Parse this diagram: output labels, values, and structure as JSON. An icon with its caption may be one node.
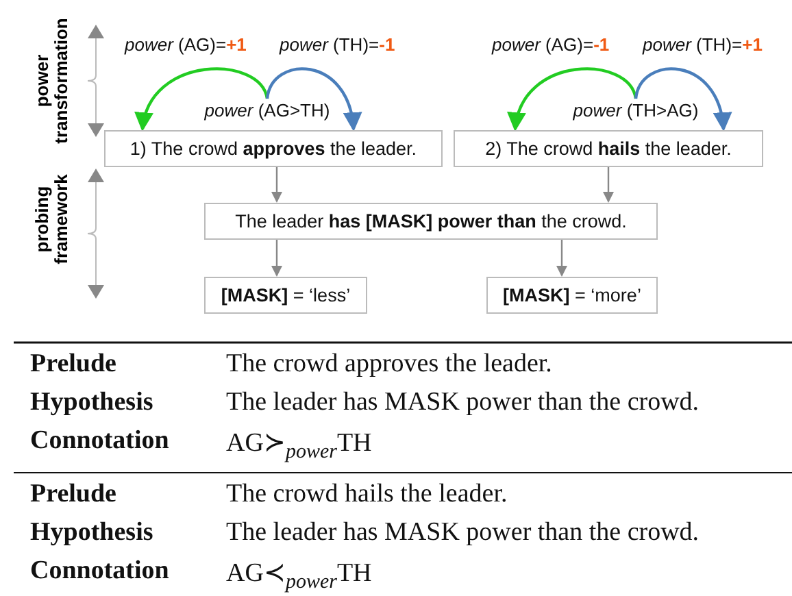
{
  "diagram": {
    "nodes": [
      {
        "text": [
          "1) The crowd **approves** the leader."
        ]
      },
      {
        "text": [
          "2) The crowd **hails** the leader."
        ]
      },
      {
        "text": [
          "The leader **has [MASK] power than** the crowd."
        ]
      },
      {
        "text": [
          "**[MASK]** = ‘less’"
        ]
      },
      {
        "text": [
          "**[MASK]** = ‘more’"
        ]
      },
      {
        "text": [
          "*power* (AG>TH)"
        ]
      },
      {
        "text": [
          "*power* (TH>AG)"
        ]
      }
    ],
    "edges": [
      {
        "from": 5,
        "to": 0,
        "arrow": "to",
        "label": "*power* (AG)=**+1**",
        "color": "#22cc22"
      },
      {
        "from": 5,
        "to": 0,
        "arrow": "to",
        "label": "*power* (TH)=**-1**",
        "color": "#4a7ebb"
      },
      {
        "from": 6,
        "to": 1,
        "arrow": "to",
        "label": "*power* (AG)=**-1**",
        "color": "#22cc22"
      },
      {
        "from": 6,
        "to": 1,
        "arrow": "to",
        "label": "*power* (TH)=**+1**",
        "color": "#4a7ebb"
      },
      {
        "from": 0,
        "to": 2,
        "arrow": "to"
      },
      {
        "from": 1,
        "to": 2,
        "arrow": "to"
      },
      {
        "from": 2,
        "to": 3,
        "arrow": "to"
      },
      {
        "from": 2,
        "to": 4,
        "arrow": "to"
      }
    ],
    "labels": [
      "power transformation",
      "probing framework",
      "Prelude",
      "The crowd approves the leader.",
      "Hypothesis",
      "The leader has MASK power than the crowd.",
      "Connotation",
      "AG≻$_{power}$TH",
      "Prelude",
      "The crowd hails the leader.",
      "Hypothesis",
      "The leader has MASK power than the crowd.",
      "Connotation",
      "AG≺$_{power}$TH"
    ]
  }
}
